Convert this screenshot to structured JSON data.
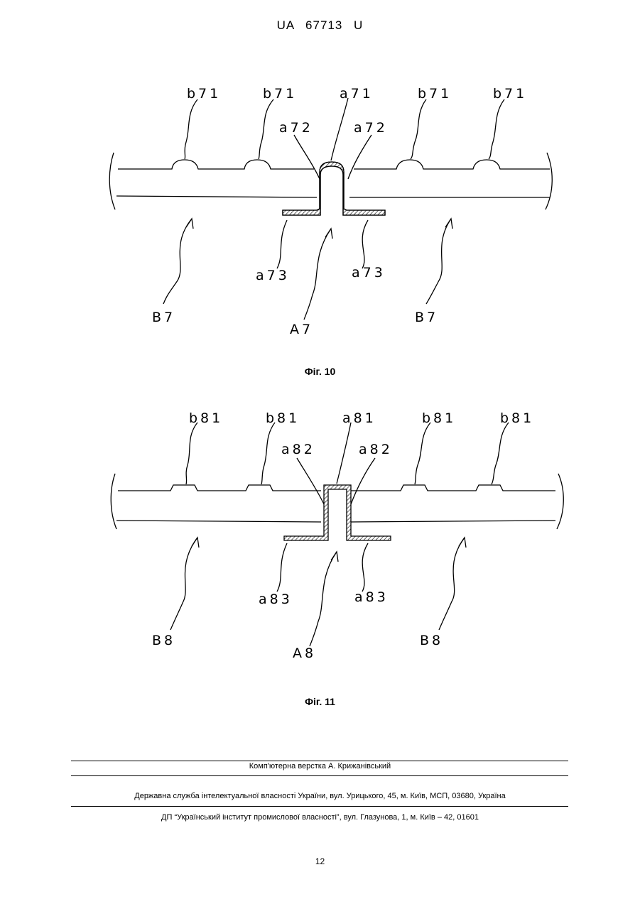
{
  "header": {
    "doc_number": "UA   67713   U"
  },
  "figures": [
    {
      "caption": "Фiг. 10",
      "labels": {
        "b_left1": "b71",
        "b_left2": "b71",
        "a_top": "a71",
        "b_right1": "b71",
        "b_right2": "b71",
        "a_left2": "a72",
        "a_right2": "a72",
        "a_left3": "a73",
        "a_right3": "a73",
        "B_left": "B7",
        "A_center": "A7",
        "B_right": "B7"
      }
    },
    {
      "caption": "Фiг. 11",
      "labels": {
        "b_left1": "b81",
        "b_left2": "b81",
        "a_top": "a81",
        "b_right1": "b81",
        "b_right2": "b81",
        "a_left2": "a82",
        "a_right2": "a82",
        "a_left3": "a83",
        "a_right3": "a83",
        "B_left": "B8",
        "A_center": "A8",
        "B_right": "B8"
      }
    }
  ],
  "footer": {
    "typesetting": "Комп'ютерна верстка А. Крижанівський",
    "agency": "Державна служба інтелектуальної власності України, вул. Урицького, 45, м. Київ, МСП, 03680, Україна",
    "institute": "ДП “Український інститут промислової власності”, вул. Глазунова, 1, м. Київ – 42, 01601",
    "page_number": "12"
  }
}
